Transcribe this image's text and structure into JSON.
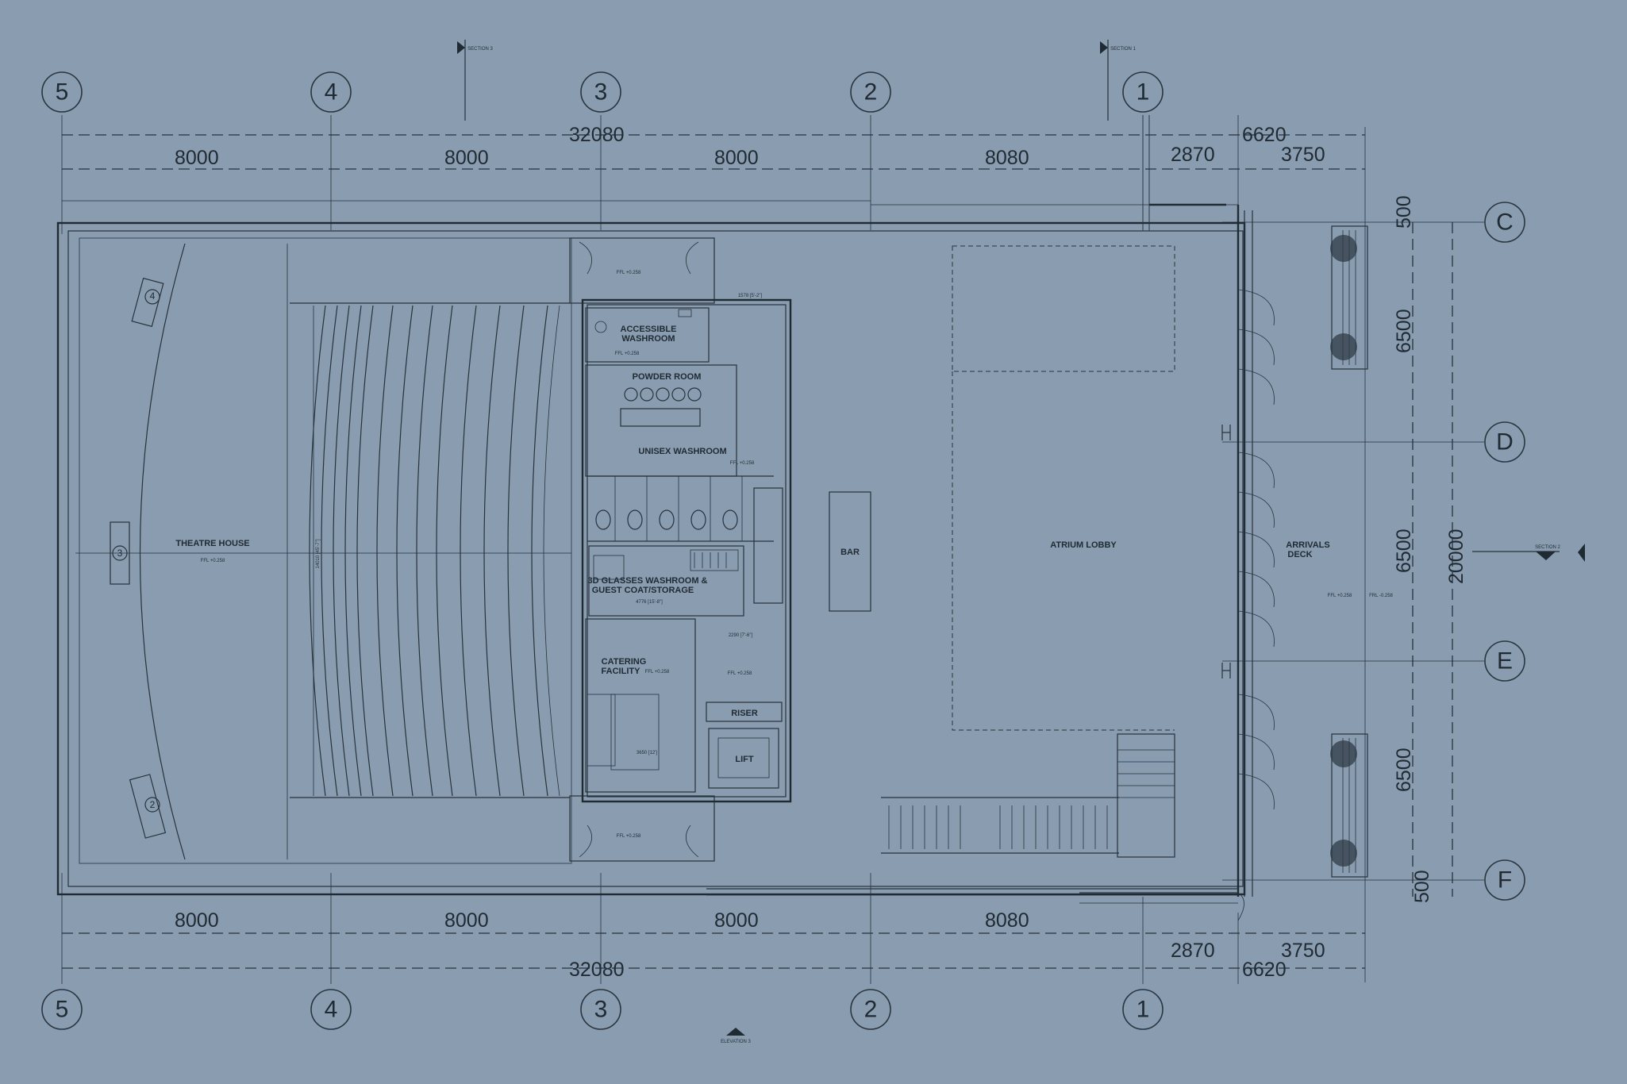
{
  "grid_columns": [
    "5",
    "4",
    "3",
    "2",
    "1"
  ],
  "grid_rows": [
    "C",
    "D",
    "E",
    "F"
  ],
  "dimensions": {
    "overall": "32080",
    "bays": [
      "8000",
      "8000",
      "8000",
      "8080"
    ],
    "right_total": "6620",
    "right_parts": [
      "2870",
      "3750"
    ],
    "vertical_total": "20000",
    "vertical_parts": [
      "500",
      "6500",
      "6500",
      "6500",
      "500"
    ]
  },
  "rooms": {
    "theatre_house": "THEATRE HOUSE",
    "accessible_washroom_1": "ACCESSIBLE",
    "accessible_washroom_2": "WASHROOM",
    "powder_room": "POWDER ROOM",
    "unisex_washroom": "UNISEX WASHROOM",
    "glasses_1": "3D GLASSES WASHROOM &",
    "glasses_2": "GUEST COAT/STORAGE",
    "catering_1": "CATERING",
    "catering_2": "FACILITY",
    "riser": "RISER",
    "lift": "LIFT",
    "bar": "BAR",
    "atrium_lobby": "ATRIUM LOBBY",
    "arrivals_1": "ARRIVALS",
    "arrivals_2": "DECK"
  },
  "seat_markers": [
    "4",
    "3",
    "2"
  ],
  "section_markers": {
    "section_a": "SECTION 3",
    "section_b": "SECTION 1",
    "section_c": "SECTION 2",
    "elevation": "ELEVATION 3"
  },
  "level_tags": {
    "ffl_0258": "FFL +0.258",
    "ffl_neg": "FRL -0.258"
  },
  "small_dims": {
    "d1": "1578 [5'-2\"]",
    "d2": "4776 [15'-8\"]",
    "d3": "2290 [7'-6\"]",
    "d4": "3650 [12']",
    "d5": "14010 [45'-7\"]"
  },
  "colors": {
    "background": "#8a9db0",
    "linework": "#27323c"
  }
}
